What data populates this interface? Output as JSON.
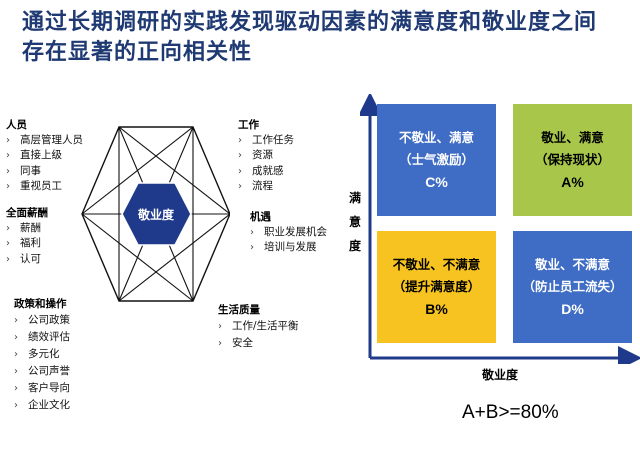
{
  "title": {
    "line1": "通过长期调研的实践发现驱动因素的满意度和敬业度之间",
    "line2": "存在显著的正向相关性"
  },
  "hexagon": {
    "center_label": "敬业度"
  },
  "factors": {
    "people": {
      "heading": "人员",
      "items": [
        "高层管理人员",
        "直接上级",
        "同事",
        "重视员工"
      ]
    },
    "rewards": {
      "heading": "全面薪酬",
      "items": [
        "薪酬",
        "福利",
        "认可"
      ]
    },
    "policies": {
      "heading": "政策和操作",
      "items": [
        "公司政策",
        "绩效评估",
        "多元化",
        "公司声誉",
        "客户导向",
        "企业文化"
      ]
    },
    "work": {
      "heading": "工作",
      "items": [
        "工作任务",
        "资源",
        "成就感",
        "流程"
      ]
    },
    "opportunities": {
      "heading": "机遇",
      "items": [
        "职业发展机会",
        "培训与发展"
      ]
    },
    "quality_of_life": {
      "heading": "生活质量",
      "items": [
        "工作/生活平衡",
        "安全"
      ]
    }
  },
  "matrix": {
    "y_axis_label": "满意度",
    "x_axis_label": "敬业度",
    "quadrants": {
      "top_left": {
        "line1": "不敬业、满意",
        "line2": "（士气激励）",
        "pct": "C%",
        "color": "#3f6cc4"
      },
      "top_right": {
        "line1": "敬业、满意",
        "line2": "（保持现状）",
        "pct": "A%",
        "color": "#a8c74a"
      },
      "bottom_left": {
        "line1": "不敬业、不满意",
        "line2": "（提升满意度）",
        "pct": "B%",
        "color": "#f6c320"
      },
      "bottom_right": {
        "line1": "敬业、不满意",
        "line2": "（防止员工流失）",
        "pct": "D%",
        "color": "#3f6cc4"
      }
    }
  },
  "formula": "A+B>=80%",
  "colors": {
    "title": "#1f3a73",
    "hex_center": "#1f3a8a",
    "axis": "#1f3a8a"
  }
}
